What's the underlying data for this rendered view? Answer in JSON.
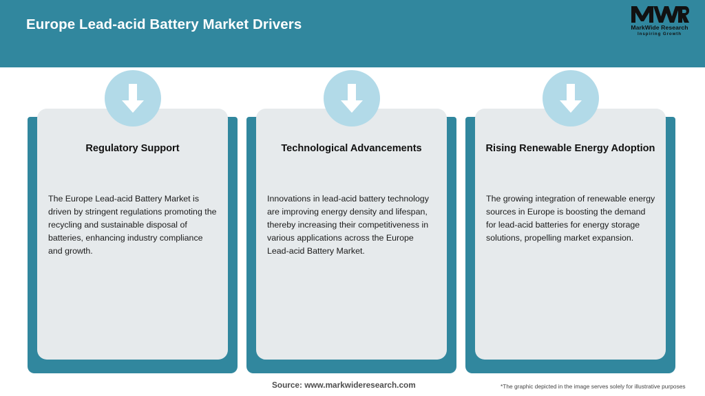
{
  "header": {
    "title": "Europe Lead-acid Battery Market Drivers",
    "background_color": "#31879e",
    "title_color": "#ffffff"
  },
  "logo": {
    "mark": "MWR",
    "name": "MarkWide Research",
    "tagline": "Inspiring Growth"
  },
  "cards": [
    {
      "icon": "down-arrow-icon",
      "title": "Regulatory Support",
      "body": "The Europe Lead-acid Battery Market is driven by stringent regulations promoting the recycling and sustainable disposal of batteries, enhancing industry compliance and growth."
    },
    {
      "icon": "down-arrow-icon",
      "title": "Technological Advancements",
      "body": "Innovations in lead-acid battery technology are improving energy density and lifespan, thereby increasing their competitiveness in various applications across the Europe Lead-acid Battery Market."
    },
    {
      "icon": "down-arrow-icon",
      "title": "Rising Renewable Energy Adoption",
      "body": "The growing integration of renewable energy sources in Europe is boosting the demand for lead-acid batteries for energy storage solutions, propelling market expansion."
    }
  ],
  "footer": {
    "source": "Source: www.markwideresearch.com",
    "note": "*The graphic depicted in the image serves solely for illustrative purposes"
  },
  "colors": {
    "teal": "#31879e",
    "card_panel": "#e6eaec",
    "icon_circle": "#b2dae8",
    "page_background": "#ffffff"
  }
}
